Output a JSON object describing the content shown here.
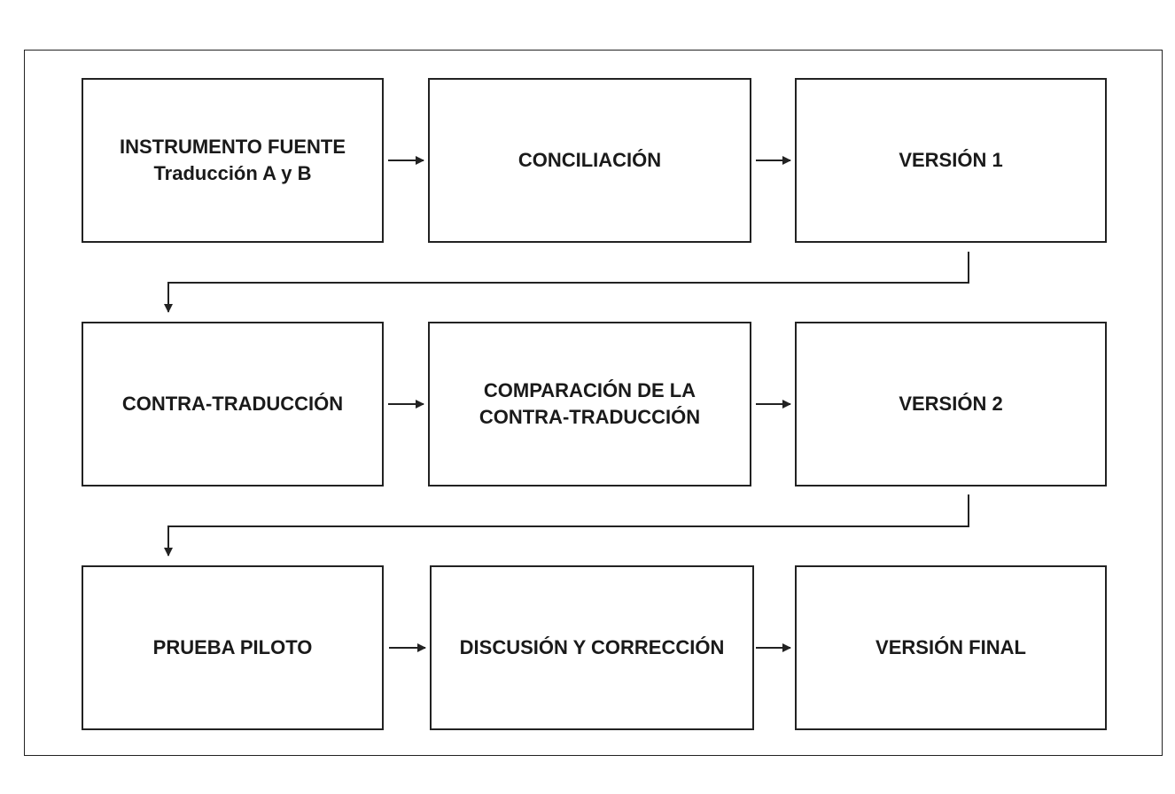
{
  "diagram": {
    "nodes": {
      "instrumento_fuente": {
        "line1": "INSTRUMENTO FUENTE",
        "line2": "Traducción A y B"
      },
      "conciliacion": {
        "label": "CONCILIACIÓN"
      },
      "version1": {
        "label": "VERSIÓN 1"
      },
      "contra_traduccion": {
        "label": "CONTRA-TRADUCCIÓN"
      },
      "comparacion": {
        "line1": "COMPARACIÓN DE LA",
        "line2": "CONTRA-TRADUCCIÓN"
      },
      "version2": {
        "label": "VERSIÓN 2"
      },
      "prueba_piloto": {
        "label": "PRUEBA PILOTO"
      },
      "discusion": {
        "label": "DISCUSIÓN Y CORRECCIÓN"
      },
      "version_final": {
        "label": "VERSIÓN FINAL"
      }
    },
    "edges": [
      {
        "from": "instrumento_fuente",
        "to": "conciliacion"
      },
      {
        "from": "conciliacion",
        "to": "version1"
      },
      {
        "from": "version1",
        "to": "contra_traduccion"
      },
      {
        "from": "contra_traduccion",
        "to": "comparacion"
      },
      {
        "from": "comparacion",
        "to": "version2"
      },
      {
        "from": "version2",
        "to": "prueba_piloto"
      },
      {
        "from": "prueba_piloto",
        "to": "discusion"
      },
      {
        "from": "discusion",
        "to": "version_final"
      }
    ],
    "colors": {
      "stroke": "#222222",
      "text": "#1a1a1a",
      "background": "#ffffff"
    }
  }
}
